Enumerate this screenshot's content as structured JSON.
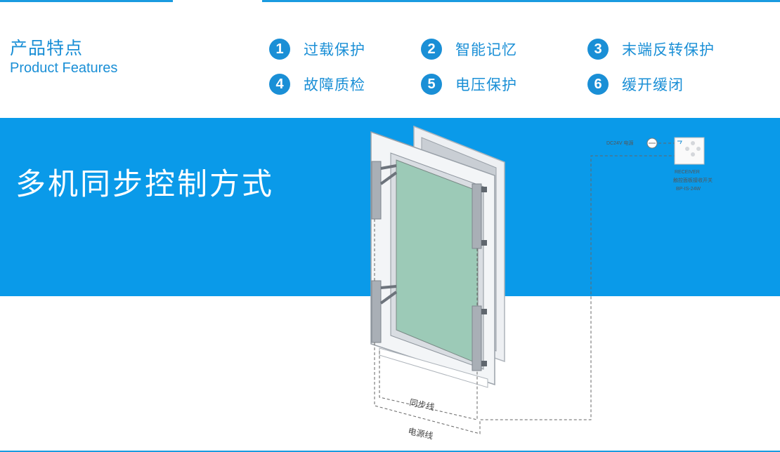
{
  "features": {
    "title_zh": "产品特点",
    "title_en": "Product Features",
    "items": [
      {
        "num": "1",
        "label": "过载保护"
      },
      {
        "num": "2",
        "label": "智能记忆"
      },
      {
        "num": "3",
        "label": "末端反转保护"
      },
      {
        "num": "4",
        "label": "故障质检"
      },
      {
        "num": "5",
        "label": "电压保护"
      },
      {
        "num": "6",
        "label": "缓开缓闭"
      }
    ]
  },
  "band": {
    "title": "多机同步控制方式"
  },
  "diagram": {
    "power_label": "DC24V 电源",
    "receiver_lines": [
      "RECEIVER",
      "触控面板接收开关",
      "BP-IS-24W"
    ],
    "sync_line": "同步线",
    "power_line": "电源线"
  },
  "colors": {
    "accent": "#1a8fd6",
    "band": "#0a9ae9"
  }
}
